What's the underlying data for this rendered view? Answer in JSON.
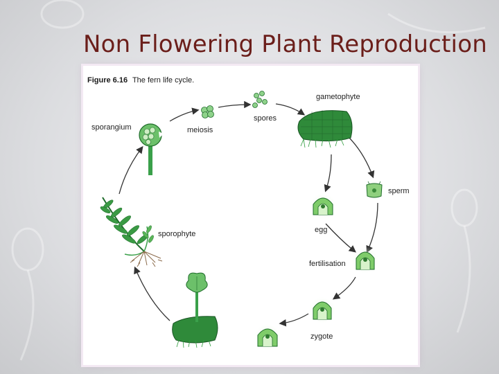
{
  "slide": {
    "title": "Non Flowering Plant Reproduction"
  },
  "figure": {
    "caption_number": "Figure 6.16",
    "caption_text": "The fern life cycle.",
    "labels": {
      "sporangium": "sporangium",
      "meiosis": "meiosis",
      "spores": "spores",
      "gametophyte": "gametophyte",
      "sperm": "sperm",
      "egg": "egg",
      "fertilisation": "fertilisation",
      "zygote": "zygote",
      "sporophyte": "sporophyte"
    }
  },
  "colors": {
    "title": "#6b1e1a",
    "plant_green": "#2e9b3c",
    "plant_dark": "#1e6b2a",
    "plant_light": "#9fdc8e",
    "arrow": "#333333",
    "roots": "#8a6a4a"
  }
}
